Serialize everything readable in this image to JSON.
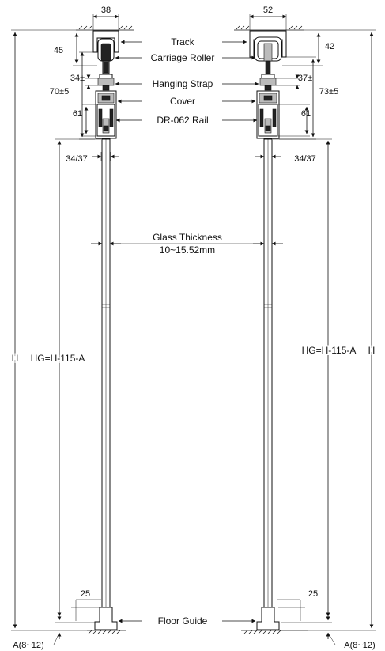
{
  "labels": {
    "track": "Track",
    "carriage_roller": "Carriage Roller",
    "hanging_strap": "Hanging Strap",
    "cover": "Cover",
    "rail": "DR-062 Rail",
    "glass_thickness": "Glass Thickness",
    "glass_range": "10~15.52mm",
    "floor_guide": "Floor Guide"
  },
  "left": {
    "top_width": "38",
    "dim_45": "45",
    "dim_34": "34±",
    "dim_70": "70±5",
    "dim_61": "61",
    "dim_3437": "34/37",
    "dim_H": "H",
    "dim_HG": "HG=H-115-A",
    "dim_25": "25",
    "dim_A": "A(8~12)"
  },
  "right": {
    "top_width": "52",
    "dim_42": "42",
    "dim_37": "37±",
    "dim_73": "73±5",
    "dim_61": "61",
    "dim_3437": "34/37",
    "dim_HG": "HG=H-115-A",
    "dim_H": "H",
    "dim_25": "25",
    "dim_A": "A(8~12)"
  }
}
